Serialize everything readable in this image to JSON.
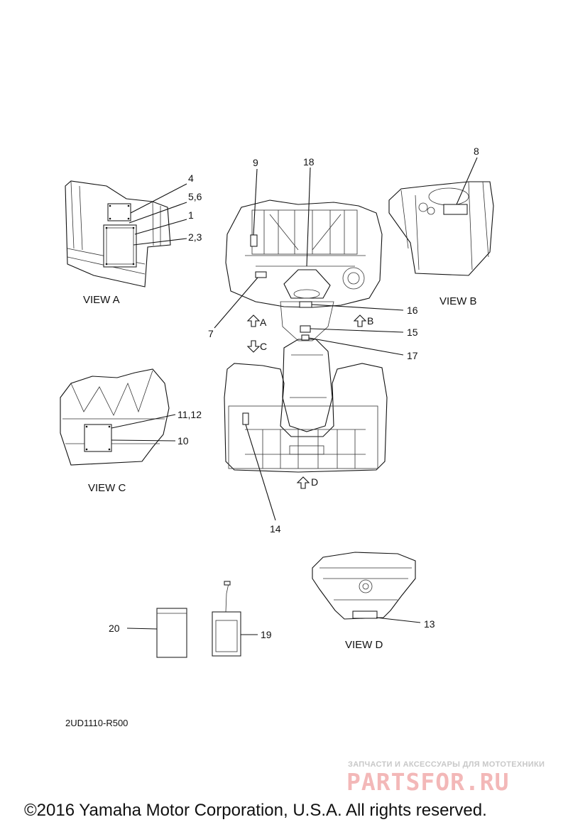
{
  "callouts": {
    "c1": "1",
    "c2_3": "2,3",
    "c4": "4",
    "c5_6": "5,6",
    "c7": "7",
    "c8": "8",
    "c9": "9",
    "c10": "10",
    "c11_12": "11,12",
    "c13": "13",
    "c14": "14",
    "c15": "15",
    "c16": "16",
    "c17": "17",
    "c18": "18",
    "c19": "19",
    "c20": "20"
  },
  "views": {
    "a": "VIEW A",
    "b": "VIEW B",
    "c": "VIEW C",
    "d": "VIEW D"
  },
  "arrows": {
    "a": "A",
    "b": "B",
    "c": "C",
    "d": "D"
  },
  "diagram_code": "2UD1110-R500",
  "watermark": {
    "tagline": "ЗАПЧАСТИ И АКСЕССУАРЫ ДЛЯ МОТОТЕХНИКИ",
    "brand": "PARTSFOR.RU"
  },
  "copyright": "©2016 Yamaha Motor Corporation, U.S.A. All rights reserved."
}
